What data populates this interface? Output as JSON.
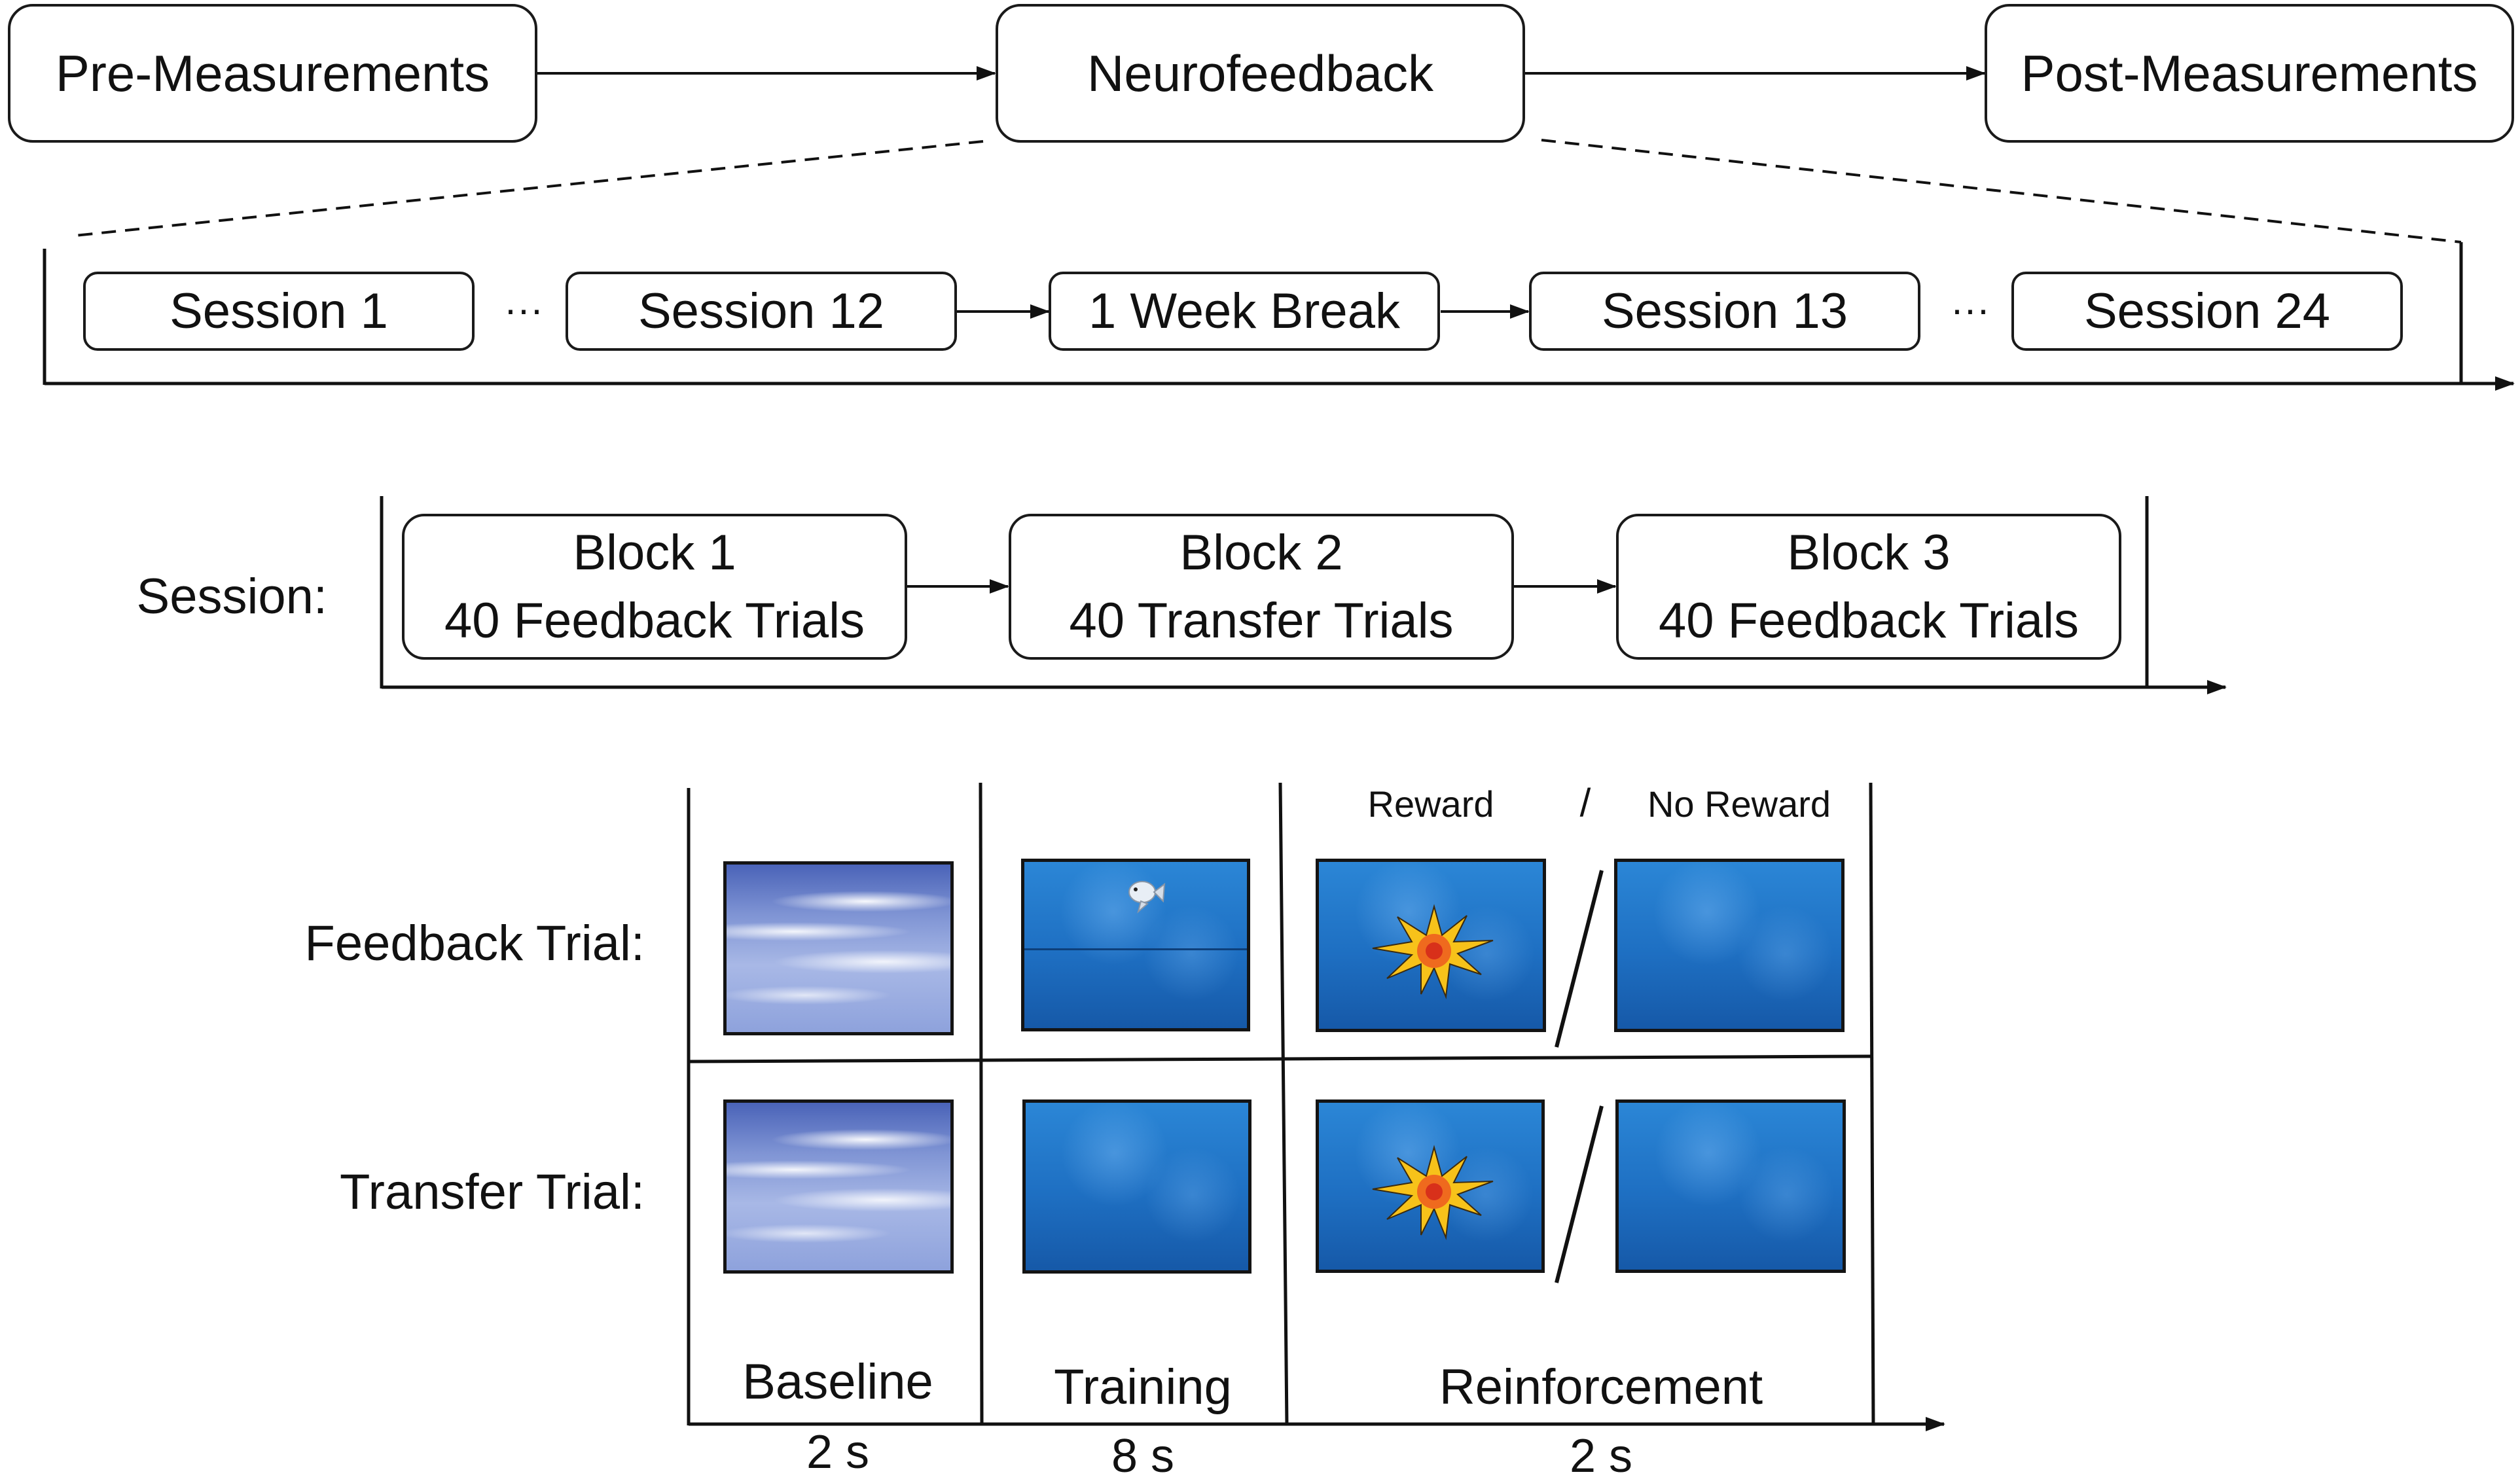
{
  "flow": {
    "pre": "Pre-Measurements",
    "nf": "Neurofeedback",
    "post": "Post-Measurements"
  },
  "sessions": {
    "s1": "Session 1",
    "dots": "···",
    "s12": "Session 12",
    "break": "1 Week Break",
    "s13": "Session 13",
    "s24": "Session 24"
  },
  "session_row": {
    "label": "Session:",
    "b1_title": "Block 1",
    "b1_sub": "40 Feedback Trials",
    "b2_title": "Block 2",
    "b2_sub": "40 Transfer Trials",
    "b3_title": "Block 3",
    "b3_sub": "40 Feedback Trials"
  },
  "trials": {
    "feedback_label": "Feedback Trial:",
    "transfer_label": "Transfer Trial:",
    "reward": "Reward",
    "slash": "/",
    "no_reward": "No Reward",
    "phases": {
      "baseline": "Baseline",
      "training": "Training",
      "reinforcement": "Reinforcement"
    },
    "durations": {
      "baseline": "2 s",
      "training": "8 s",
      "reinforcement": "2 s"
    }
  },
  "icons": [
    "sky-image",
    "ocean-image",
    "fish-icon",
    "sun-burst-icon"
  ]
}
